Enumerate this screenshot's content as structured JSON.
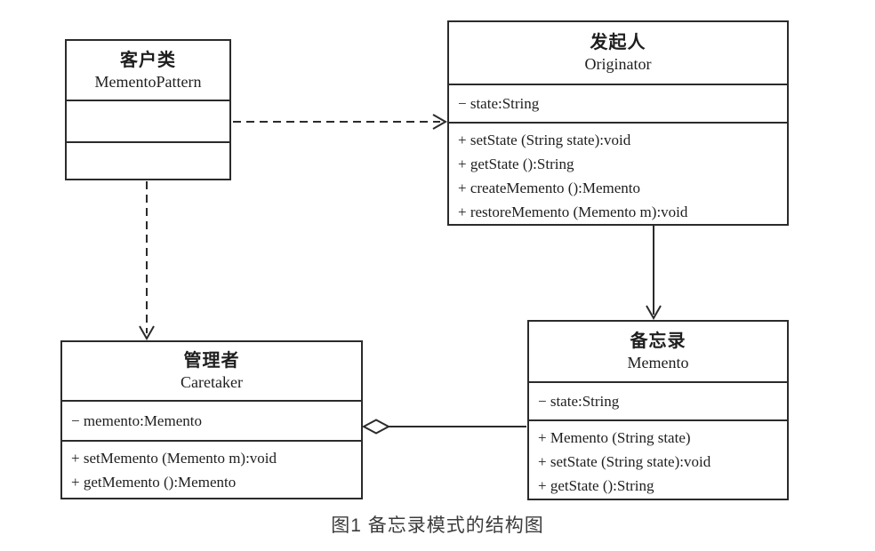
{
  "caption": "图1 备忘录模式的结构图",
  "colors": {
    "line": "#2b2b2b",
    "background": "#ffffff",
    "caption_text": "#3c3c3c"
  },
  "classes": {
    "client": {
      "name_cn": "客户类",
      "name_en": "MementoPattern",
      "attributes": [],
      "methods": []
    },
    "originator": {
      "name_cn": "发起人",
      "name_en": "Originator",
      "attributes": [
        "− state:String"
      ],
      "methods": [
        "+ setState (String state):void",
        "+ getState ():String",
        "+ createMemento ():Memento",
        "+ restoreMemento (Memento m):void"
      ]
    },
    "caretaker": {
      "name_cn": "管理者",
      "name_en": "Caretaker",
      "attributes": [
        "− memento:Memento"
      ],
      "methods": [
        "+ setMemento (Memento m):void",
        "+ getMemento ():Memento"
      ]
    },
    "memento": {
      "name_cn": "备忘录",
      "name_en": "Memento",
      "attributes": [
        "− state:String"
      ],
      "methods": [
        "+ Memento (String state)",
        "+ setState (String state):void",
        "+ getState ():String"
      ]
    }
  },
  "relationships": [
    {
      "from": "MementoPattern",
      "to": "Originator",
      "type": "dependency-dashed-arrow"
    },
    {
      "from": "MementoPattern",
      "to": "Caretaker",
      "type": "dependency-dashed-arrow"
    },
    {
      "from": "Originator",
      "to": "Memento",
      "type": "association-solid-arrow"
    },
    {
      "from": "Caretaker",
      "to": "Memento",
      "type": "aggregation-open-diamond"
    }
  ]
}
